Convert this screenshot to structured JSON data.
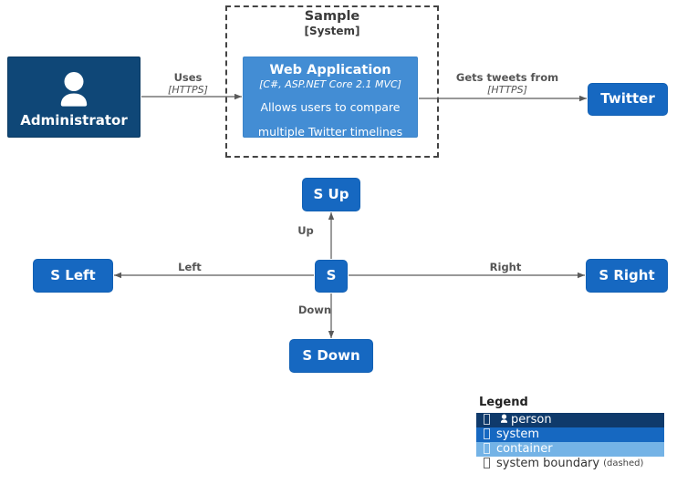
{
  "diagram": {
    "boundary": {
      "title": "Sample",
      "type": "[System]",
      "style": "dashed"
    },
    "nodes": {
      "administrator": {
        "title": "Administrator",
        "icon": "person-icon",
        "kind": "person",
        "color": "#0f4777"
      },
      "webapp": {
        "title": "Web Application",
        "tech": "[C#, ASP.NET Core 2.1 MVC]",
        "desc_line1": "Allows users to compare",
        "desc_line2": "multiple Twitter timelines",
        "kind": "container",
        "color": "#438dd4"
      },
      "twitter": {
        "title": "Twitter",
        "kind": "system",
        "color": "#1668c1"
      },
      "s_up": {
        "title": "S Up",
        "kind": "system",
        "color": "#1668c1"
      },
      "s_center": {
        "title": "S",
        "kind": "system",
        "color": "#1668c1"
      },
      "s_left": {
        "title": "S Left",
        "kind": "system",
        "color": "#1668c1"
      },
      "s_right": {
        "title": "S Right",
        "kind": "system",
        "color": "#1668c1"
      },
      "s_down": {
        "title": "S Down",
        "kind": "system",
        "color": "#1668c1"
      }
    },
    "edges": {
      "uses": {
        "label": "Uses",
        "tech": "[HTTPS]"
      },
      "gets": {
        "label": "Gets tweets from",
        "tech": "[HTTPS]"
      },
      "up": {
        "label": "Up",
        "tech": ""
      },
      "down": {
        "label": "Down",
        "tech": ""
      },
      "left": {
        "label": "Left",
        "tech": ""
      },
      "right": {
        "label": "Right",
        "tech": ""
      }
    }
  },
  "legend": {
    "title": "Legend",
    "rows": [
      {
        "label": "person",
        "note": "",
        "glyph": "tofu",
        "icon": "person-icon",
        "swatch": "#0f3a6b"
      },
      {
        "label": "system",
        "note": "",
        "glyph": "tofu",
        "icon": "",
        "swatch": "#1668c1"
      },
      {
        "label": "container",
        "note": "",
        "glyph": "tofu",
        "icon": "",
        "swatch": "#74b3e6"
      },
      {
        "label": "system boundary",
        "note": "(dashed)",
        "glyph": "tofu",
        "icon": "",
        "swatch": "transparent"
      }
    ]
  }
}
